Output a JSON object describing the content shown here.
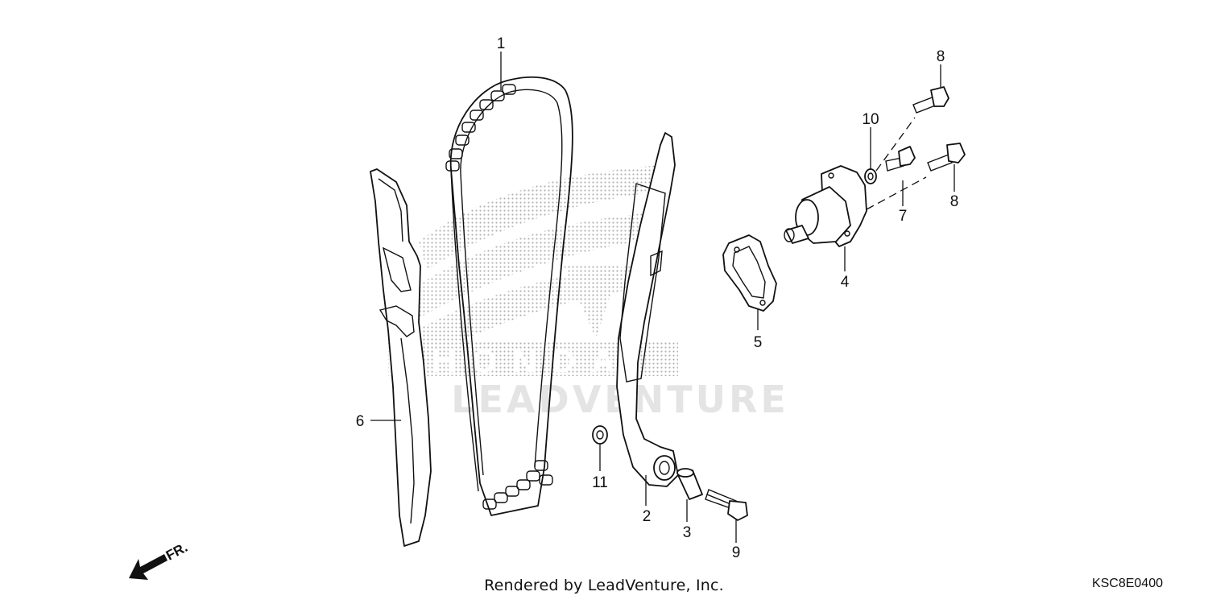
{
  "diagram": {
    "watermark_logo": "HONDA",
    "watermark_text": "LEADVENTURE",
    "front_label": "FR.",
    "footer": "Rendered by LeadVenture, Inc.",
    "diagram_code": "KSC8E0400",
    "callouts": [
      "1",
      "2",
      "3",
      "4",
      "5",
      "6",
      "7",
      "8",
      "8",
      "9",
      "10",
      "11"
    ]
  }
}
